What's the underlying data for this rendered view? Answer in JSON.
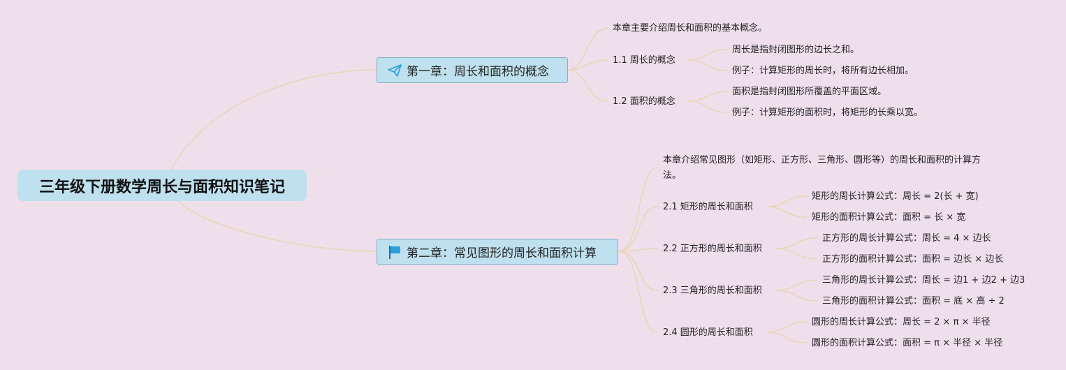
{
  "root": {
    "title": "三年级下册数学周长与面积知识笔记"
  },
  "chapter1": {
    "title": "第一章：周长和面积的概念",
    "icon": "paper-plane-icon",
    "intro": "本章主要介绍周长和面积的基本概念。",
    "sections": [
      {
        "title": "1.1 周长的概念",
        "items": [
          "周长是指封闭图形的边长之和。",
          "例子：计算矩形的周长时，将所有边长相加。"
        ]
      },
      {
        "title": "1.2 面积的概念",
        "items": [
          "面积是指封闭图形所覆盖的平面区域。",
          "例子：计算矩形的面积时，将矩形的长乘以宽。"
        ]
      }
    ]
  },
  "chapter2": {
    "title": "第二章：常见图形的周长和面积计算",
    "icon": "flag-icon",
    "intro_line1": "本章介绍常见图形（如矩形、正方形、三角形、圆形等）的周长和面积的计算方",
    "intro_line2": "法。",
    "sections": [
      {
        "title": "2.1 矩形的周长和面积",
        "items": [
          "矩形的周长计算公式：周长 = 2(长 + 宽)",
          "矩形的面积计算公式：面积 = 长 × 宽"
        ]
      },
      {
        "title": "2.2 正方形的周长和面积",
        "items": [
          "正方形的周长计算公式：周长 = 4 × 边长",
          "正方形的面积计算公式：面积 = 边长 × 边长"
        ]
      },
      {
        "title": "2.3 三角形的周长和面积",
        "items": [
          "三角形的周长计算公式：周长 = 边1 + 边2 + 边3",
          "三角形的面积计算公式：面积 = 底 × 高 ÷ 2"
        ]
      },
      {
        "title": "2.4 圆形的周长和面积",
        "items": [
          "圆形的周长计算公式：周长 = 2 × π × 半径",
          "圆形的面积计算公式：面积 = π × 半径 × 半径"
        ]
      }
    ]
  },
  "colors": {
    "background": "#efdfeb",
    "node_fill": "#bfe0ee",
    "node_border": "#7fb2c6",
    "link": "#e9d6b8",
    "icon_blue": "#2a9fd8"
  }
}
